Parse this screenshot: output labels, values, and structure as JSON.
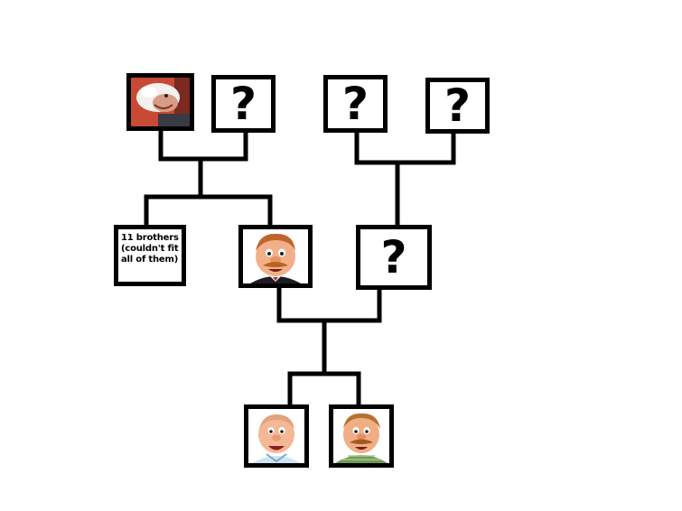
{
  "nodes": {
    "great_grandfather_photo": {
      "kind": "photo"
    },
    "great_grandmother_unknown": {
      "kind": "unknown",
      "label": "?"
    },
    "maternal_great_grandfather_unknown": {
      "kind": "unknown",
      "label": "?"
    },
    "maternal_great_grandmother_unknown": {
      "kind": "unknown",
      "label": "?"
    },
    "brothers_note": {
      "kind": "text",
      "label": "11 brothers (couldn't fit all of them)"
    },
    "father_photo": {
      "kind": "photo"
    },
    "mother_unknown": {
      "kind": "unknown",
      "label": "?"
    },
    "child_left_photo": {
      "kind": "photo"
    },
    "child_right_photo": {
      "kind": "photo"
    }
  },
  "colors": {
    "line": "#000000",
    "box_border": "#000000",
    "background": "#ffffff",
    "puppet_skin": "#f2b08a",
    "puppet_hair": "#c0652a",
    "puppet_mustache": "#b7651e",
    "elder_hair": "#eeeeee",
    "elder_bg": "#c84a34"
  }
}
